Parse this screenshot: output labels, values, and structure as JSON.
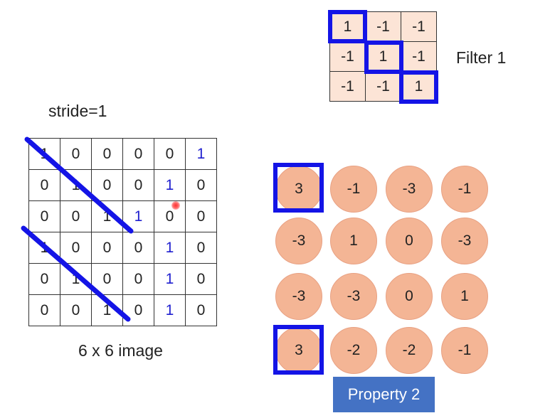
{
  "stride_label": "stride=1",
  "image_caption": "6 x 6 image",
  "filter_label": "Filter 1",
  "property_label": "Property 2",
  "colors": {
    "highlight": "#1414e6",
    "digit_blue": "#1f1fcf",
    "filter_cell": "#fce4d6",
    "circle": "#f4b595",
    "property_bg": "#4472c4"
  },
  "image": [
    [
      "1",
      "0",
      "0",
      "0",
      "0",
      "1"
    ],
    [
      "0",
      "1",
      "0",
      "0",
      "1",
      "0"
    ],
    [
      "0",
      "0",
      "1",
      "1",
      "0",
      "0"
    ],
    [
      "1",
      "0",
      "0",
      "0",
      "1",
      "0"
    ],
    [
      "0",
      "1",
      "0",
      "0",
      "1",
      "0"
    ],
    [
      "0",
      "0",
      "1",
      "0",
      "1",
      "0"
    ]
  ],
  "filter": [
    [
      "1",
      "-1",
      "-1"
    ],
    [
      "-1",
      "1",
      "-1"
    ],
    [
      "-1",
      "-1",
      "1"
    ]
  ],
  "feature_map": [
    [
      "3",
      "-1",
      "-3",
      "-1"
    ],
    [
      "-3",
      "1",
      "0",
      "-3"
    ],
    [
      "-3",
      "-3",
      "0",
      "1"
    ],
    [
      "3",
      "-2",
      "-2",
      "-1"
    ]
  ]
}
